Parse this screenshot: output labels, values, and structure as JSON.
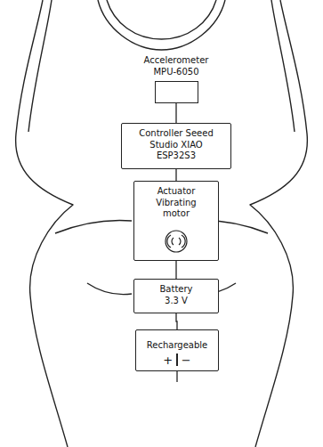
{
  "diagram": {
    "nodes": [
      {
        "text": [
          "Accelerometer MPU-6050"
        ]
      },
      {
        "text": [
          "Controller Seeed Studio XIAO ESP32S3"
        ]
      },
      {
        "text": [
          "Actuator Vibrating motor"
        ]
      },
      {
        "text": [
          "Battery 3.3 V"
        ]
      },
      {
        "text": [
          "Rechargeable",
          "+",
          "−"
        ]
      }
    ],
    "edges": [
      {
        "from": 0,
        "to": 1,
        "arrow": "none"
      },
      {
        "from": 1,
        "to": 2,
        "arrow": "none"
      },
      {
        "from": 2,
        "to": 3,
        "arrow": "none"
      },
      {
        "from": 3,
        "to": 4,
        "arrow": "none"
      }
    ]
  }
}
